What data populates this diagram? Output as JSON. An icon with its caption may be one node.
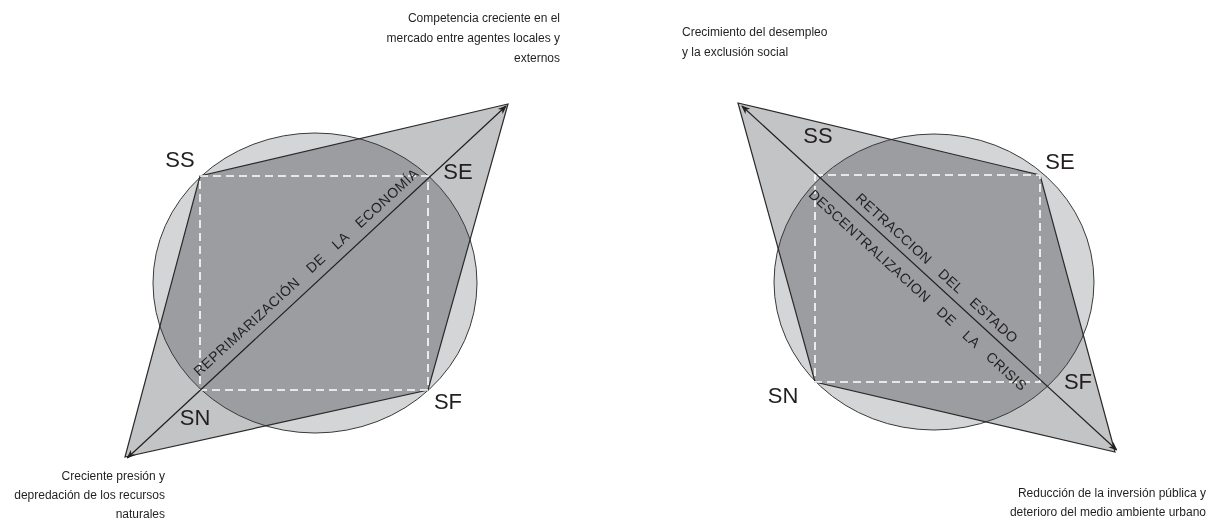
{
  "diagram": {
    "nodes": [
      {
        "text": [
          "Competencia creciente en el mercado entre agentes locales y externos"
        ]
      },
      {
        "text": [
          "Creciente presión y depredación de los recursos naturales"
        ]
      },
      {
        "text": [
          "Crecimiento del desempleo y la exclusión social"
        ]
      },
      {
        "text": [
          "Reducción de la inversión pública y deterioro del medio ambiente urbano"
        ]
      }
    ],
    "edges": [
      {
        "from": 1,
        "to": 0,
        "arrow": "both",
        "label": "REPRIMARIZACIÓN DE LA ECONOMÍA"
      },
      {
        "from": 2,
        "to": 3,
        "arrow": "both",
        "label": "RETRACCION DEL ESTADO"
      }
    ],
    "labels": [
      "SS",
      "SE",
      "SF",
      "SN",
      "SS",
      "SE",
      "SF",
      "SN",
      "DESCENTRALIZACION DE LA CRISIS"
    ]
  }
}
